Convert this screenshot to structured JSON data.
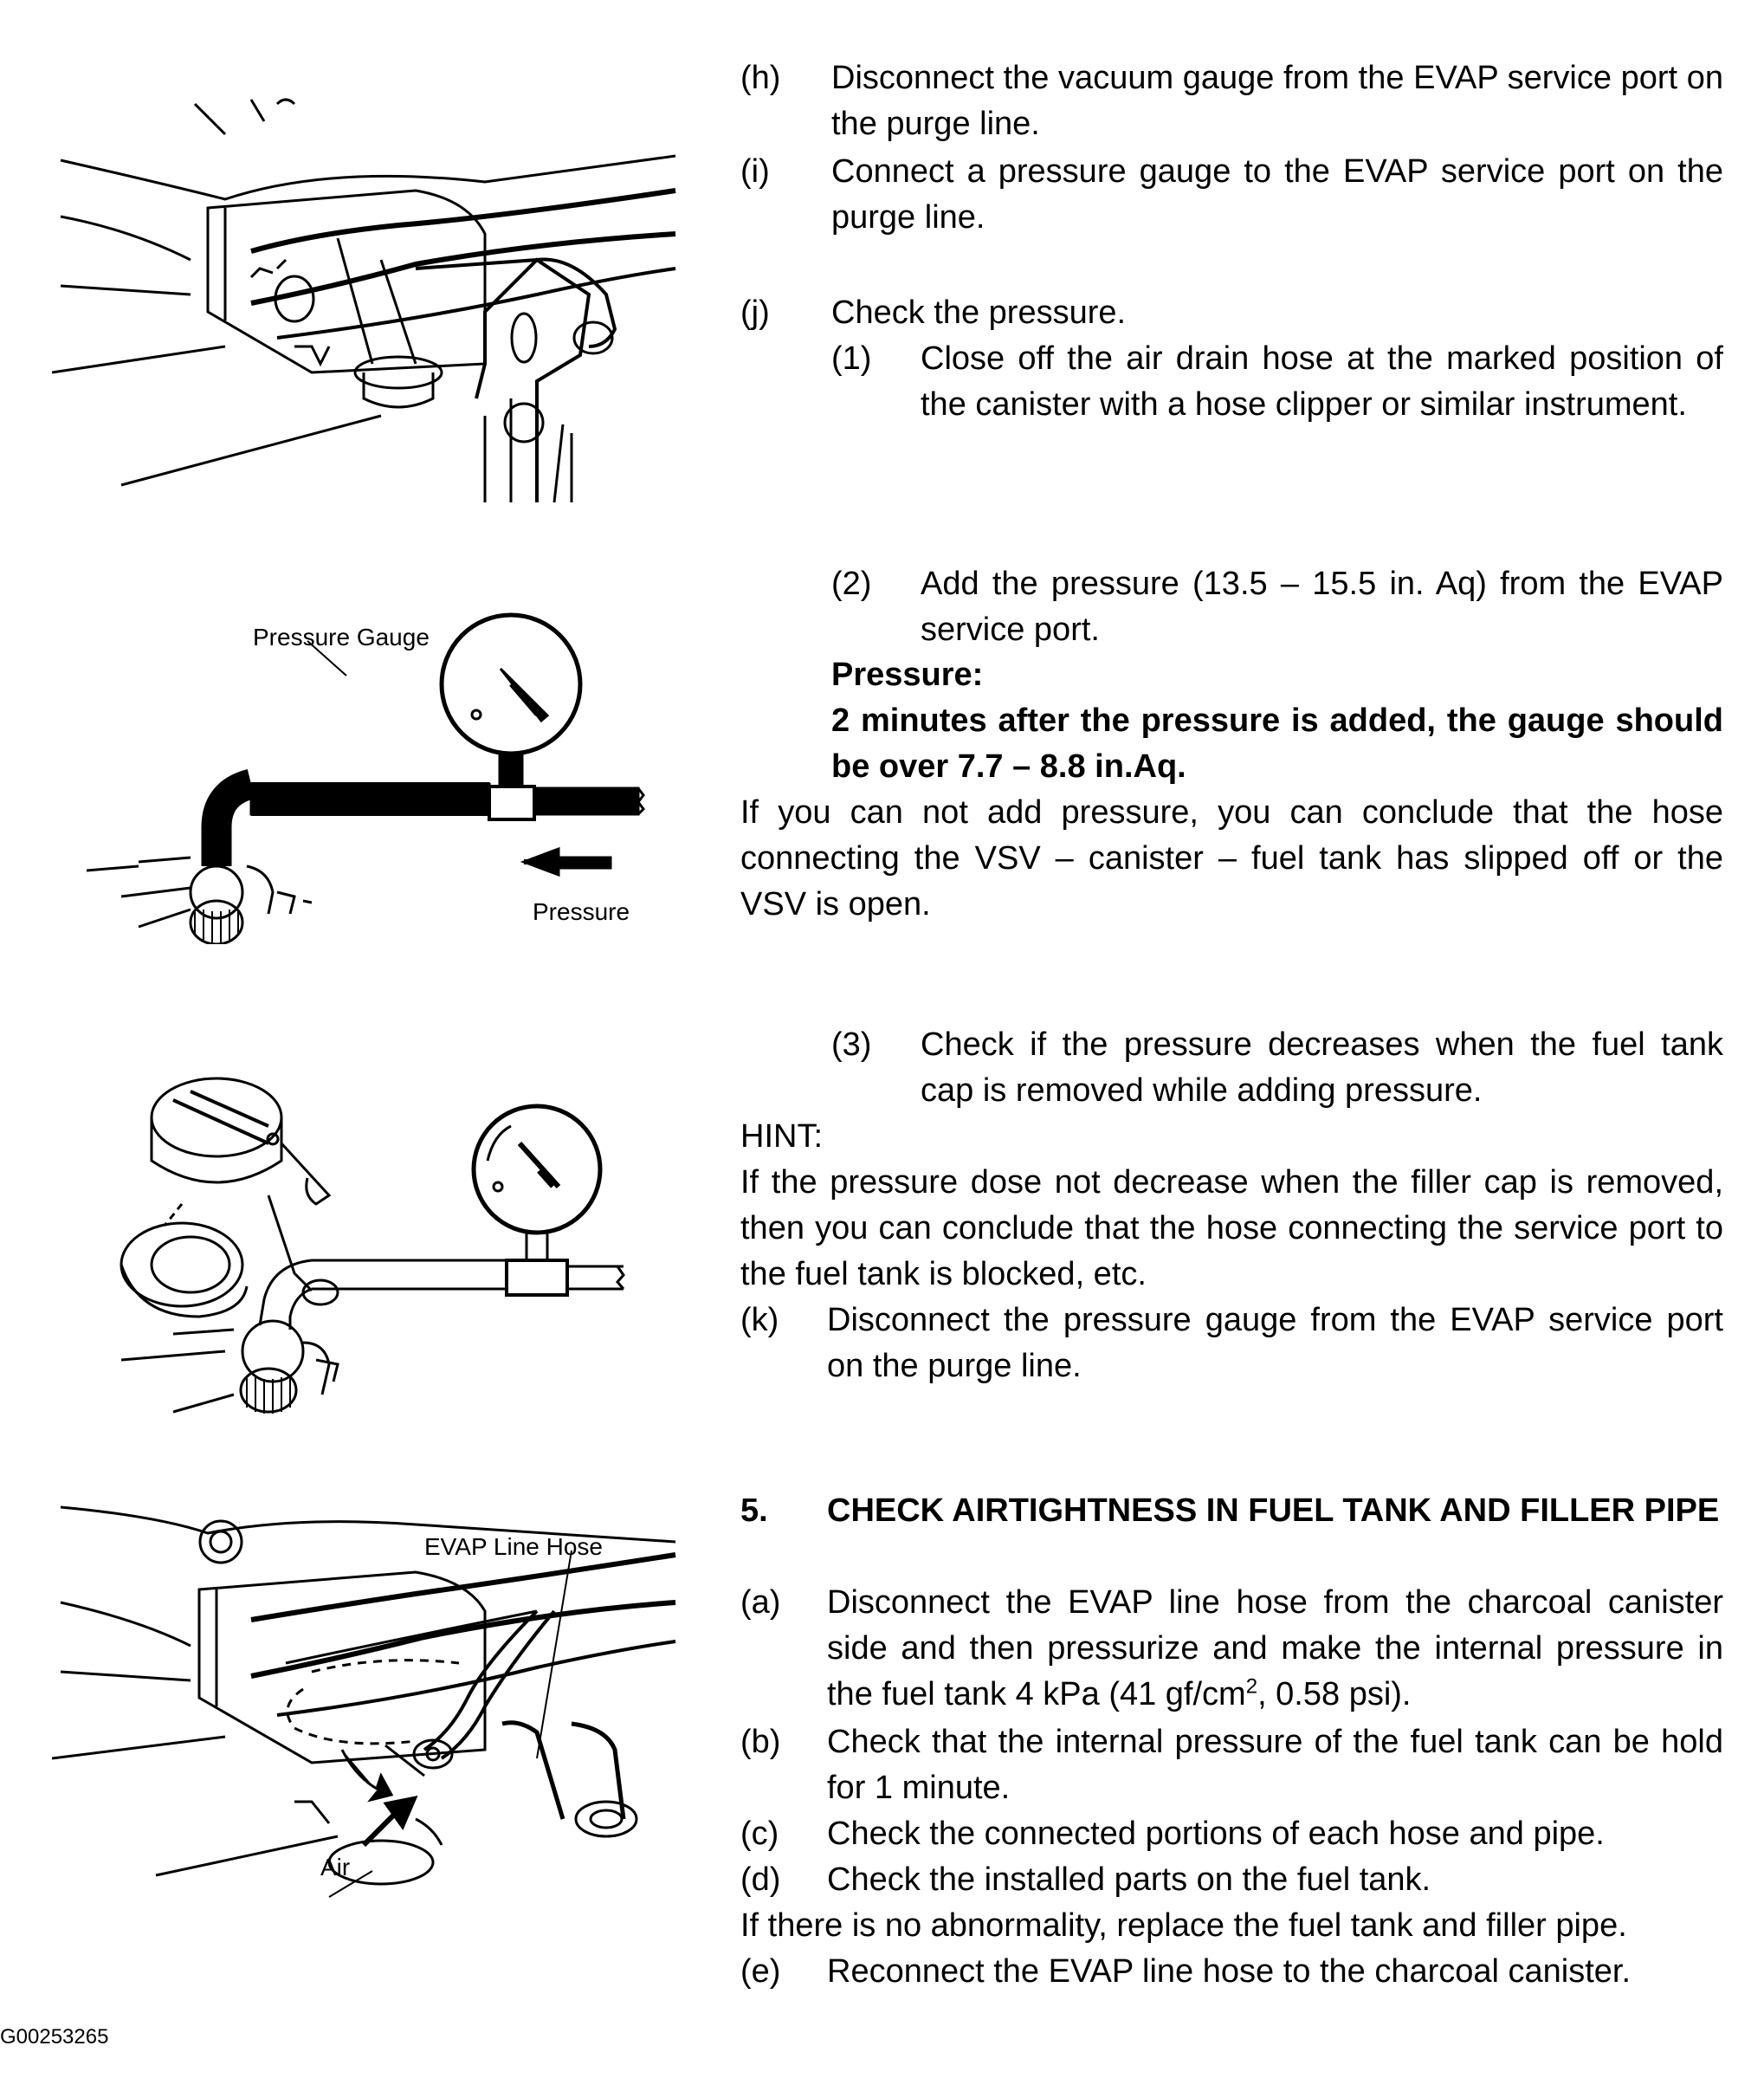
{
  "figures": {
    "fig1": {},
    "fig2": {
      "label_gauge": "Pressure Gauge",
      "label_pressure": "Pressure"
    },
    "fig3": {},
    "fig4": {
      "label_hose": "EVAP Line Hose",
      "label_air": "Air"
    }
  },
  "steps": {
    "h": {
      "mark": "(h)",
      "text": "Disconnect the vacuum gauge from the EVAP service port on the purge line."
    },
    "i": {
      "mark": "(i)",
      "text": "Connect a pressure gauge to the EVAP service port on the purge line."
    },
    "j": {
      "mark": "(j)",
      "text": "Check the pressure."
    },
    "j1": {
      "mark": "(1)",
      "text": "Close off the air drain hose at the marked position of the canister with a hose clipper or similar instrument."
    },
    "j2": {
      "mark": "(2)",
      "text": "Add the pressure (13.5 – 15.5 in. Aq) from the EVAP service port."
    },
    "j2_spec_label": "Pressure:",
    "j2_spec_value": "2 minutes after the pressure is added, the gauge should be over 7.7 – 8.8 in.Aq.",
    "j2_note": "If you can not add pressure, you can conclude that the hose connecting the VSV – canister – fuel tank has slipped off or the VSV is open.",
    "j3": {
      "mark": "(3)",
      "text": "Check if the pressure decreases when the fuel tank cap is removed while adding pressure."
    },
    "hint_label": "HINT:",
    "hint_text": "If the pressure dose not decrease when the filler cap is removed, then you can conclude that the hose connecting the service port to the fuel tank is blocked, etc.",
    "k": {
      "mark": "(k)",
      "text": "Disconnect the pressure gauge from the EVAP service port on the purge line."
    }
  },
  "section5": {
    "number": "5.",
    "title": "CHECK AIRTIGHTNESS IN FUEL TANK AND FILLER PIPE",
    "a": {
      "mark": "(a)",
      "text_pre": "Disconnect the EVAP line hose from the charcoal canister side and then pressurize and make the internal pressure in the fuel tank 4 kPa (41 gf/cm",
      "sup": "2",
      "text_post": ", 0.58 psi)."
    },
    "b": {
      "mark": "(b)",
      "text": "Check that the internal pressure of the fuel tank can be hold for 1 minute."
    },
    "c": {
      "mark": "(c)",
      "text": "Check the connected portions of each hose and pipe."
    },
    "d": {
      "mark": "(d)",
      "text": "Check the installed parts on the fuel tank."
    },
    "note": "If there is no abnormality, replace the fuel tank and filler pipe.",
    "e": {
      "mark": "(e)",
      "text": "Reconnect the EVAP line hose to the charcoal canister."
    }
  },
  "footer": {
    "code": "G00253265"
  }
}
